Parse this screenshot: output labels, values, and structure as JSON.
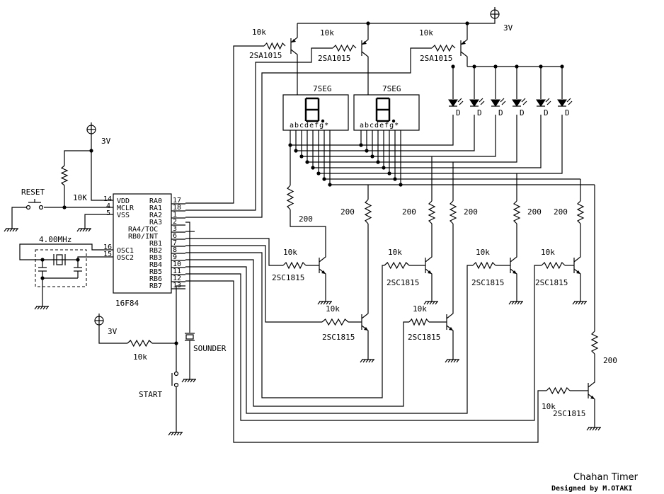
{
  "supply_labels": [
    "3V",
    "3V",
    "3V"
  ],
  "reset_label": "RESET",
  "start_label": "START",
  "sounder_label": "SOUNDER",
  "crystal_label": "4.00MHz",
  "mcu": {
    "part": "16F84",
    "left_pins": [
      {
        "num": "14",
        "name": "VDD"
      },
      {
        "num": "4",
        "name": "MCLR"
      },
      {
        "num": "5",
        "name": "VSS"
      },
      {
        "num": "16",
        "name": "OSC1"
      },
      {
        "num": "15",
        "name": "OSC2"
      }
    ],
    "right_pins": [
      {
        "name": "RA0",
        "num": "17"
      },
      {
        "name": "RA1",
        "num": "18"
      },
      {
        "name": "RA2",
        "num": "1"
      },
      {
        "name": "RA3",
        "num": "2"
      },
      {
        "name": "RA4/TOC",
        "num": "3"
      },
      {
        "name": "RB0/INT",
        "num": "6"
      },
      {
        "name": "RB1",
        "num": "7"
      },
      {
        "name": "RB2",
        "num": "8"
      },
      {
        "name": "RB3",
        "num": "9"
      },
      {
        "name": "RB4",
        "num": "10"
      },
      {
        "name": "RB5",
        "num": "11"
      },
      {
        "name": "RB6",
        "num": "12"
      },
      {
        "name": "RB7",
        "num": "13"
      }
    ]
  },
  "display_label": "7SEG",
  "display_pins": "abcdefg*",
  "led_label": "D",
  "resistors": {
    "r10k": "10k",
    "r10K": "10K",
    "r200": "200"
  },
  "transistors": {
    "pnp": "2SA1015",
    "npn": "2SC1815"
  },
  "footer": {
    "title": "Chahan Timer",
    "credit": "Designed by M.OTAKI"
  }
}
